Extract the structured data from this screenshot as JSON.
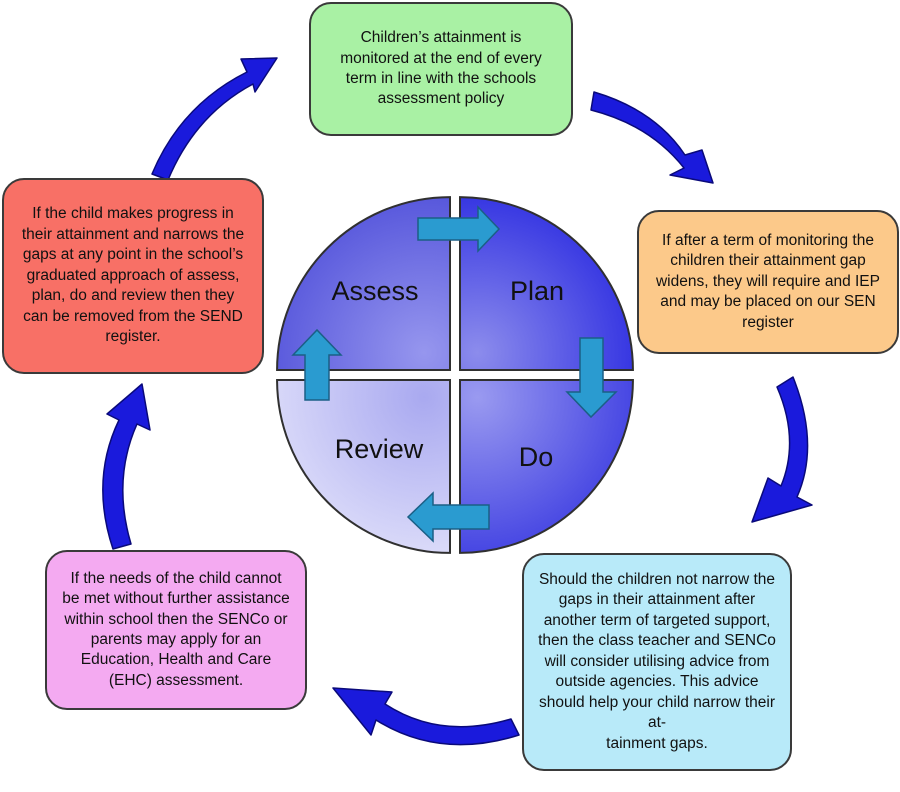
{
  "cycle": {
    "assess": "Assess",
    "plan": "Plan",
    "do": "Do",
    "review": "Review"
  },
  "boxes": {
    "top": "Children’s attainment is monitored at the end of every term in line with the schools assessment policy",
    "right": "If after a term of monitoring the children their attainment gap widens, they will require and IEP and may be placed on our SEN register",
    "bottom_right": "Should the children not narrow the gaps in their attainment after another term of    targeted support, then the class teacher and SENCo will consider utilising advice from outside agencies. This advice should help your child narrow their at-\ntainment gaps.",
    "bottom_left": "If the needs of the child cannot be met without further assistance within school then the SENCo or parents may apply for an Education, Health and Care (EHC) assessment.",
    "left": "If the child makes progress in their attainment and narrows the gaps at any point in the school’s graduated approach of assess, plan, do and    review then they can be removed from the SEND register."
  },
  "colors": {
    "top_box": "#a9f1a4",
    "right_box": "#fcc98a",
    "bottom_right_box": "#b8eaf9",
    "bottom_left_box": "#f4aaf1",
    "left_box": "#f87066",
    "cycle_arrows": "#1a1adc",
    "inner_arrows": "#2a9bd0"
  },
  "icons": {
    "outer_arrows": "curved-arrow-icon",
    "inner_arrows": "block-arrow-icon"
  }
}
